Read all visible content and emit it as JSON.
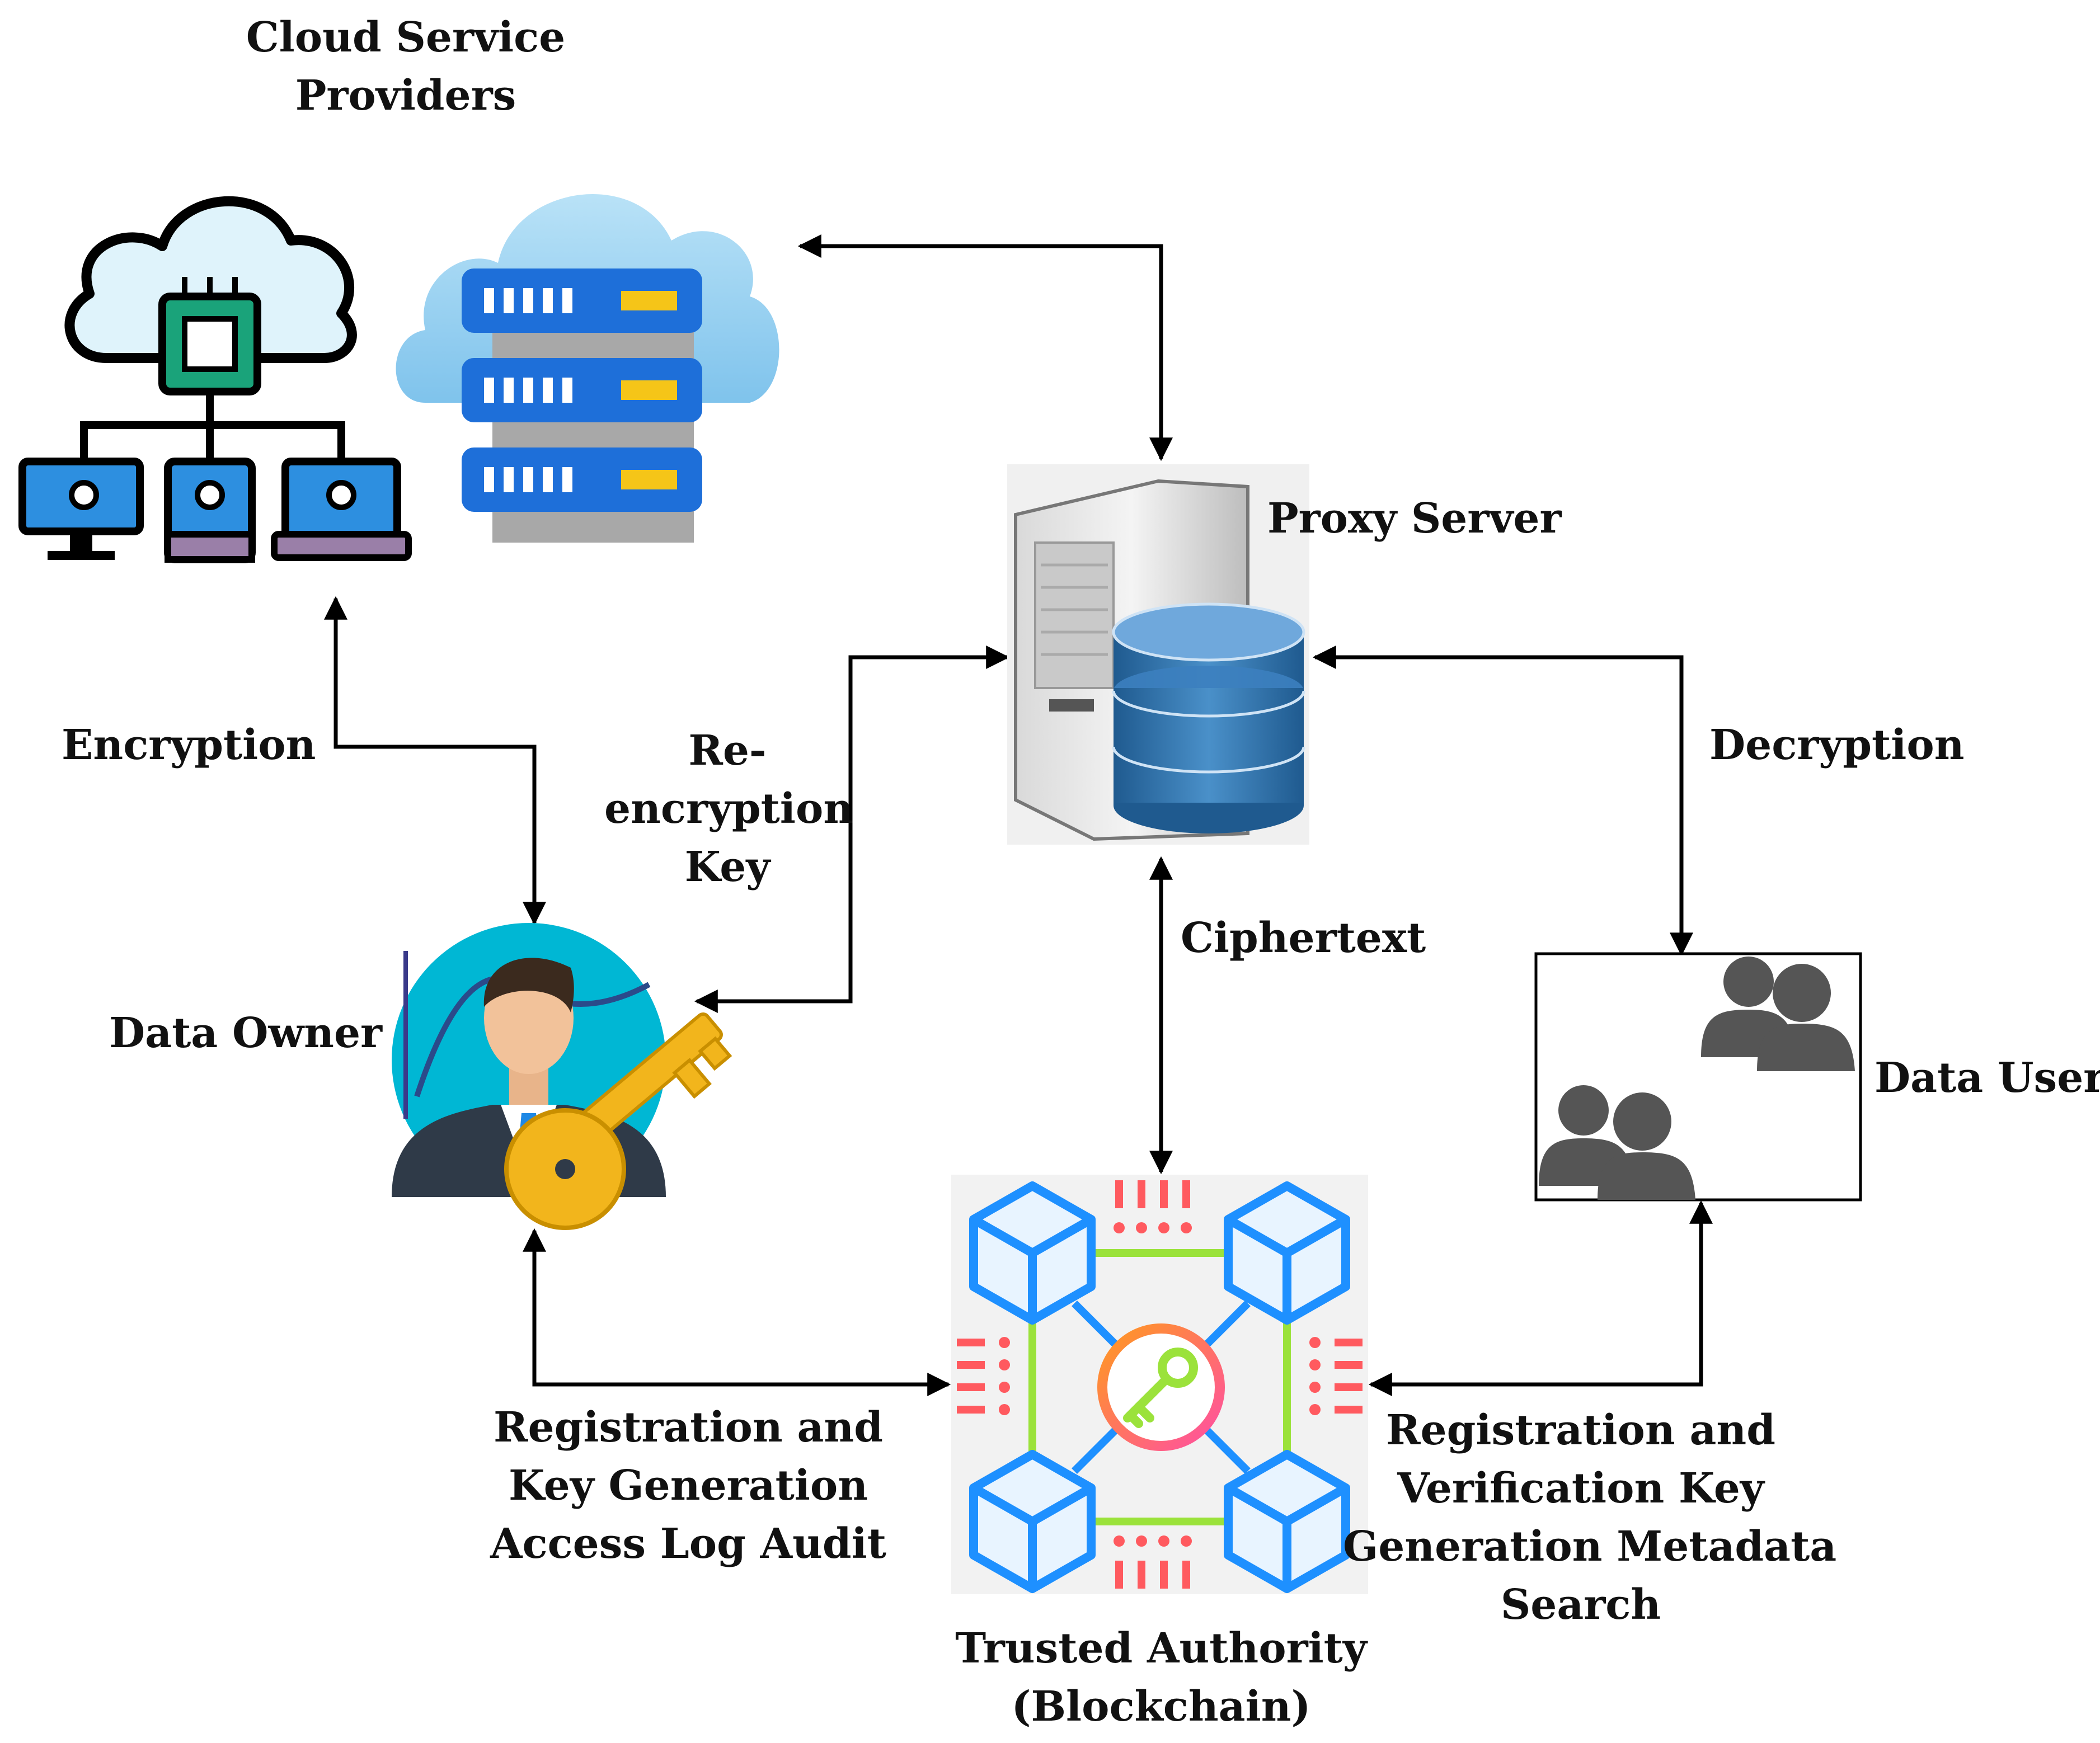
{
  "nodes": {
    "cloud_service_providers": {
      "label_lines": [
        "Cloud Service",
        "Providers"
      ],
      "icon": "cloud-computing-network-icon"
    },
    "cloud_server": {
      "icon": "cloud-server-rack-icon"
    },
    "proxy_server": {
      "label": "Proxy Server",
      "icon": "server-database-icon"
    },
    "data_owner": {
      "label": "Data Owner",
      "icon": "businessman-key-icon"
    },
    "data_user": {
      "label": "Data User",
      "icon": "user-group-icon"
    },
    "trusted_authority": {
      "label_lines": [
        "Trusted Authority",
        "(Blockchain)"
      ],
      "icon": "blockchain-key-icon"
    }
  },
  "edges": {
    "encryption": {
      "label": "Encryption"
    },
    "re_encryption_key": {
      "label_lines": [
        "Re-",
        "encryption",
        "Key"
      ]
    },
    "decryption": {
      "label": "Decryption"
    },
    "ciphertext": {
      "label": "Ciphertext"
    },
    "owner_registration": {
      "label_lines": [
        "Registration and",
        "Key Generation",
        "Access Log Audit"
      ]
    },
    "user_registration": {
      "label_lines": [
        "Registration and",
        "Verification Key",
        "Generation Metadata",
        "Search"
      ]
    }
  },
  "colors": {
    "arrow": "#000000",
    "cloud_light": "#9fd3f0",
    "server_blue": "#1e6fd9",
    "server_slot": "#f5c518",
    "chip_green": "#1aa37a",
    "monitor_blue": "#2d8fe0",
    "db_blue": "#2e6fa8",
    "owner_bg": "#00b7d4",
    "key_gold": "#f2b51c",
    "user_gray": "#555555",
    "cube_blue": "#1e90ff",
    "link_green": "#9be23b",
    "circuit_red": "#ff5a5f"
  }
}
